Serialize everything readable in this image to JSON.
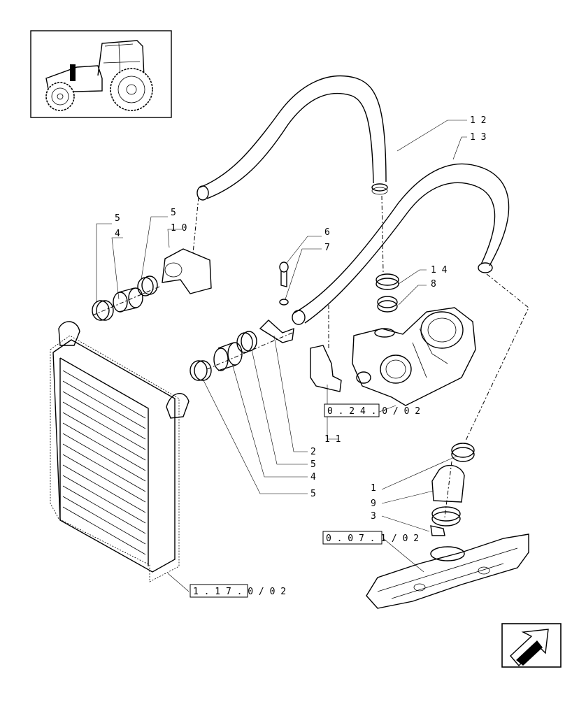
{
  "callouts": {
    "c12": "1 2",
    "c13": "1 3",
    "c5a": "5",
    "c4a": "4",
    "c5b": "5",
    "c10": "1 0",
    "c6": "6",
    "c7": "7",
    "c14": "1 4",
    "c8": "8",
    "c11": "1 1",
    "c2": "2",
    "c5c": "5",
    "c4b": "4",
    "c5d": "5",
    "c1": "1",
    "c9": "9",
    "c3": "3"
  },
  "references": {
    "turbo": "0 . 2 4 . 0 / 0 2",
    "manifold": "0 . 0 7 . 1 / 0 2",
    "intercooler": "1 . 1 7 . 0 / 0 2"
  },
  "icons": {
    "thumbnail": "tractor-thumbnail-icon",
    "nav": "next-page-arrow-icon"
  }
}
